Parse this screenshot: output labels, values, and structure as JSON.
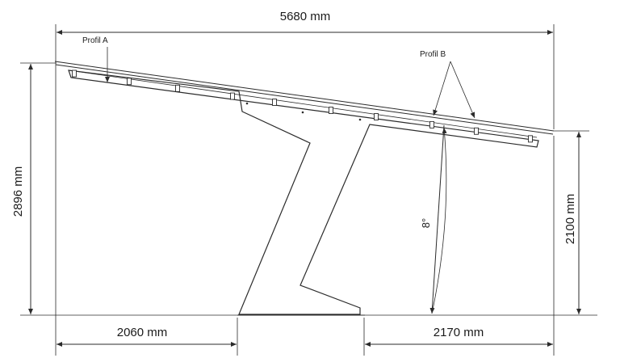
{
  "dimensions": {
    "total_width": "5680 mm",
    "total_height": "2896 mm",
    "right_height": "2100 mm",
    "left_span": "2060 mm",
    "right_span": "2170 mm"
  },
  "labels": {
    "profile_a": "Profil A",
    "profile_b": "Profil B",
    "tilt_angle": "8°"
  }
}
